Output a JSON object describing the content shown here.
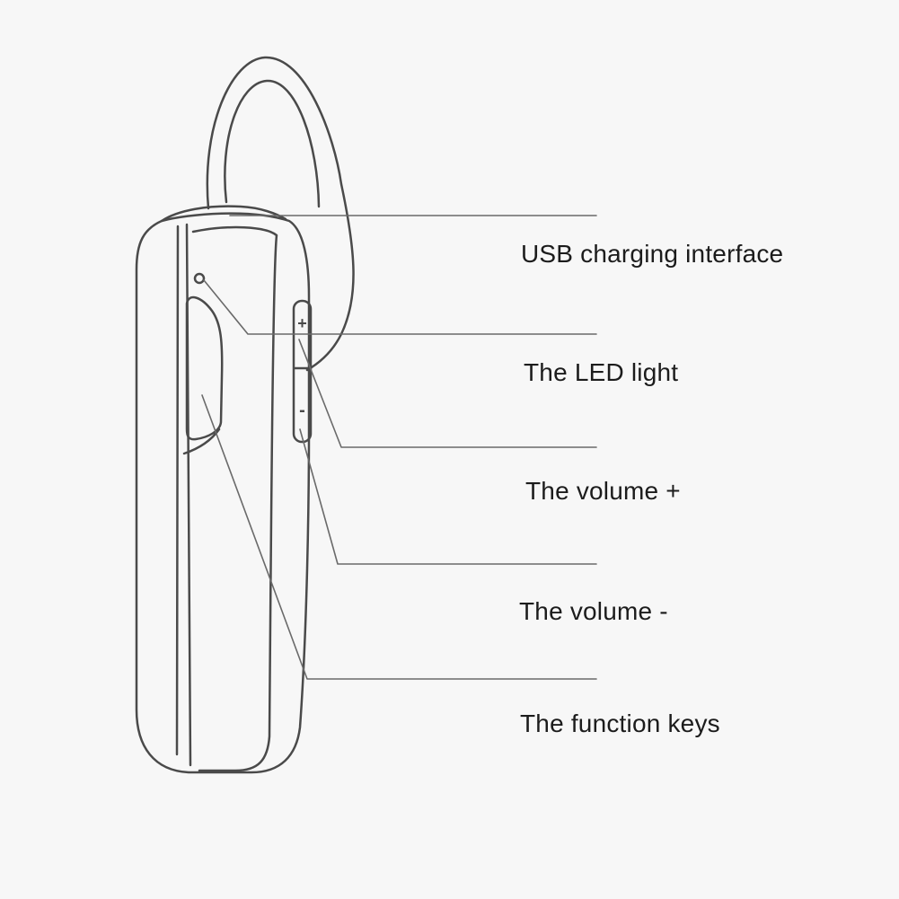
{
  "callouts": {
    "usb": "USB charging interface",
    "led": "The LED light",
    "volume_up": "The volume +",
    "volume_down": "The volume -",
    "function_keys": "The function keys"
  },
  "buttons": {
    "plus_symbol": "+",
    "minus_symbol": "-"
  }
}
